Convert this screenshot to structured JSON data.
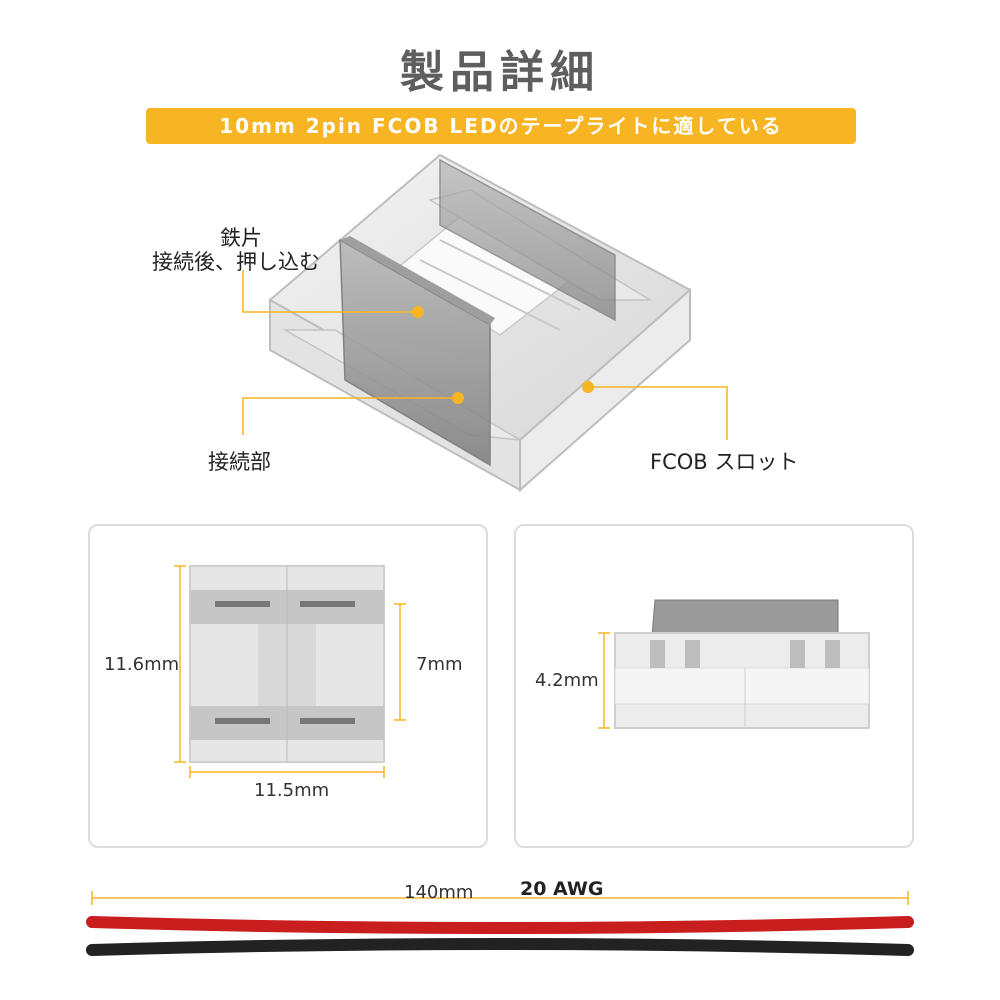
{
  "title": "製品詳細",
  "banner": {
    "text": "10mm 2pin FCOB LEDのテープライトに適している",
    "color": "#f7b423"
  },
  "callouts": {
    "iron_piece_line1": "鉄片",
    "iron_piece_line2": "接続後、押し込む",
    "connection_part": "接続部",
    "fcob_slot": "FCOB スロット"
  },
  "top_view": {
    "height": "11.6mm",
    "width": "11.5mm",
    "inner": "7mm"
  },
  "side_view": {
    "height": "4.2mm"
  },
  "wire": {
    "length": "140mm",
    "gauge": "20 AWG",
    "colors": [
      "#c81e1e",
      "#222222"
    ]
  },
  "accent_color": "#f7b423"
}
